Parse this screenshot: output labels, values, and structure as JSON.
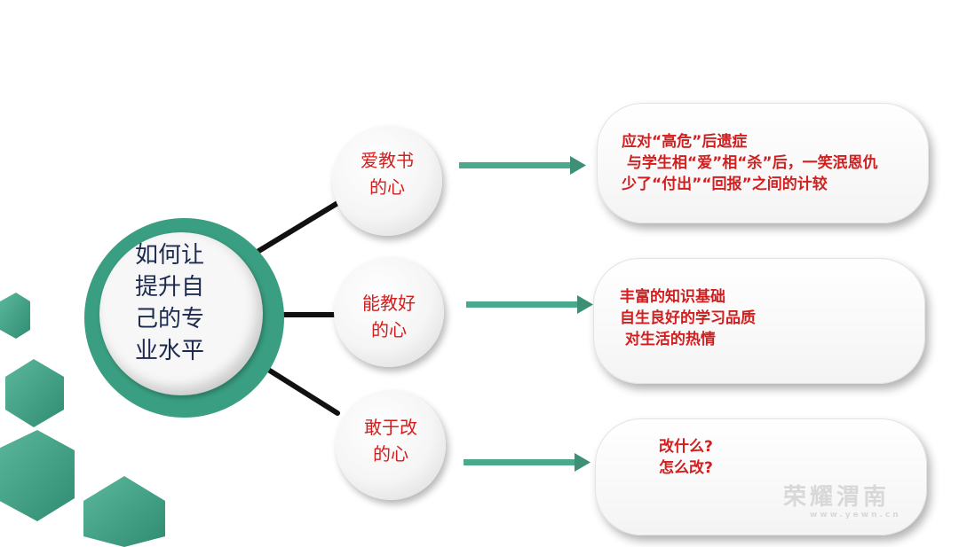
{
  "center": {
    "lines": [
      "如何让",
      "提升自",
      "己的专",
      "业水平"
    ]
  },
  "branches": [
    {
      "node_lines": [
        "爱教书",
        "的心"
      ],
      "box_lines": [
        "应对“高危”后遗症",
        " 与学生相“爱”相“杀”后，一笑泯恩仇",
        "少了“付出”“回报”之间的计较"
      ]
    },
    {
      "node_lines": [
        "能教好",
        "的心"
      ],
      "box_lines": [
        "丰富的知识基础",
        "自生良好的学习品质",
        " 对生活的热情"
      ]
    },
    {
      "node_lines": [
        "敢于改",
        "的心"
      ],
      "box_lines": [
        "改什么?",
        "怎么改?"
      ]
    }
  ],
  "watermark": {
    "main": "荣耀渭南",
    "sub": "www.yewn.cn"
  },
  "colors": {
    "accent_green": "#3a9f82",
    "hex_green": "#3f9b82",
    "text_red": "#d21e1e",
    "center_text": "#1c2a4e"
  }
}
